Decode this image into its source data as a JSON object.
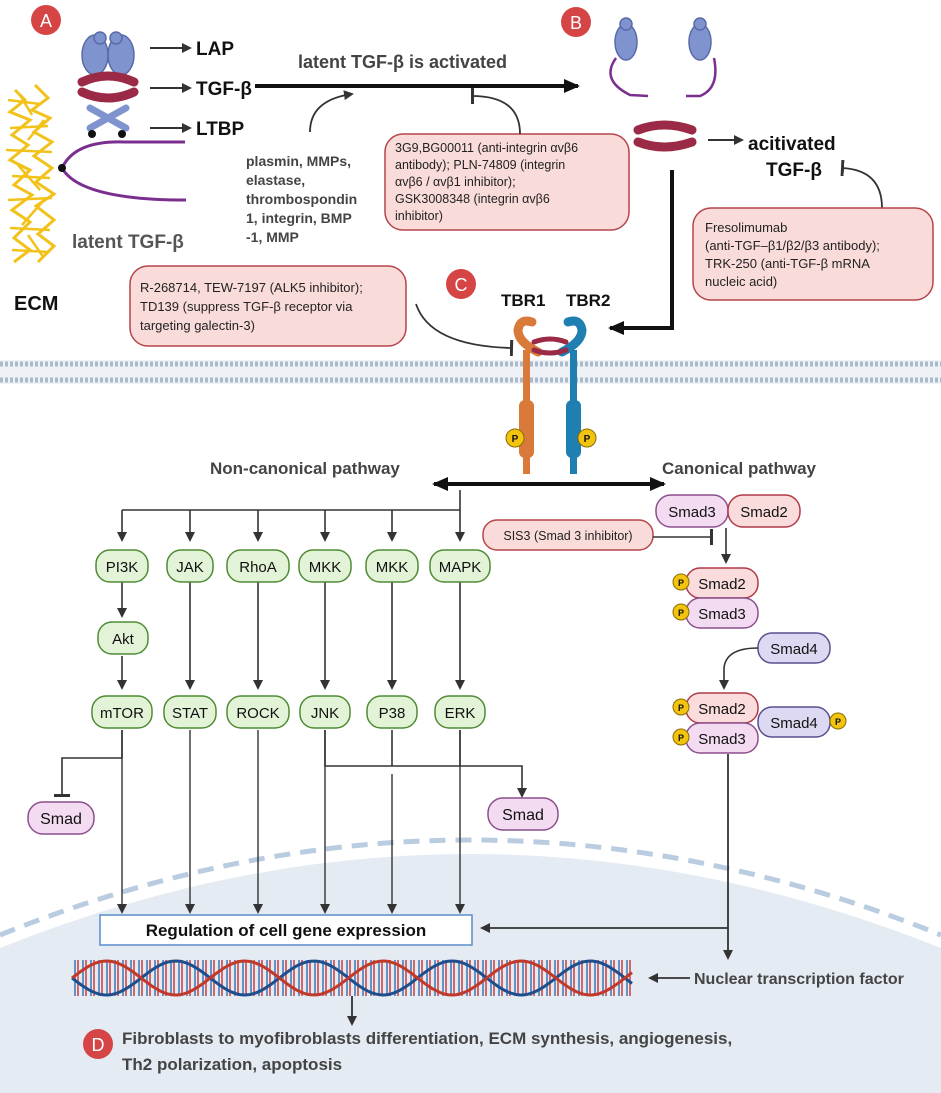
{
  "panels": {
    "a": "A",
    "b": "B",
    "c": "C",
    "d": "D"
  },
  "latent": {
    "lap": "LAP",
    "tgfb": "TGF-β",
    "ltbp": "LTBP",
    "latent_label": "latent TGF-β",
    "ecm": "ECM",
    "activation": "latent TGF-β is activated",
    "activators": [
      "plasmin, MMPs,",
      "elastase,",
      "thrombospondin",
      "1, integrin, BMP",
      "-1,  MMP"
    ]
  },
  "inhibitors": {
    "integrin_box": [
      "3G9,BG00011 (anti-integrin αvβ6",
      "antibody); PLN-74809 (integrin",
      "αvβ6 / αvβ1 inhibitor);",
      "GSK3008348 (integrin αvβ6",
      "inhibitor)"
    ],
    "tgfb_box": [
      "Fresolimumab",
      "(anti-TGF–β1/β2/β3 antibody);",
      "TRK-250 (anti-TGF-β mRNA",
      "nucleic acid)"
    ],
    "receptor_box": [
      "R-268714, TEW-7197 (ALK5 inhibitor);",
      " TD139 (suppress TGF-β receptor via",
      "targeting galectin-3)"
    ],
    "smad_box": "SIS3 (Smad 3 inhibitor)"
  },
  "activated": [
    "acitivated",
    "TGF-β"
  ],
  "receptors": {
    "tbr1": "TBR1",
    "tbr2": "TBR2",
    "phospho": "P"
  },
  "pathways": {
    "non_canonical": "Non-canonical pathway",
    "canonical": "Canonical pathway"
  },
  "non_canonical": {
    "top": [
      "PI3K",
      "JAK",
      "RhoA",
      "MKK",
      "MKK",
      "MAPK"
    ],
    "akt": "Akt",
    "bottom": [
      "mTOR",
      "STAT",
      "ROCK",
      "JNK",
      "P38",
      "ERK"
    ],
    "smad_left": "Smad",
    "smad_right": "Smad"
  },
  "canonical": {
    "smad3": "Smad3",
    "smad2": "Smad2",
    "smad4": "Smad4"
  },
  "nucleus": {
    "regulation": "Regulation of cell gene expression",
    "ntf": "Nuclear transcription factor",
    "outcome": [
      "Fibroblasts to myofibroblasts differentiation, ECM synthesis, angiogenesis,",
      "Th2 polarization, apoptosis"
    ]
  },
  "colors": {
    "panel_label": "#d64545",
    "inhibitor_fill": "#f9dcd9",
    "inhibitor_stroke": "#b5454a",
    "green_fill": "#e3f3d8",
    "green_stroke": "#4f8b33",
    "pink_fill": "#f3dcf2",
    "pink_stroke": "#8b4f8b",
    "red_fill": "#fadcdc",
    "red_stroke": "#b03a48",
    "smad4_fill": "#ddd9f2",
    "smad4_stroke": "#5a4f8f",
    "phospho": "#f2c40f",
    "nucleus": "#e4ebf3",
    "tgfb": "#9b2a47",
    "lap": "#7f94cf",
    "ltbp": "#7a2f8f",
    "ecm": "#f2c21b",
    "tbr1": "#d97a3a",
    "tbr2": "#1f7fb0"
  }
}
